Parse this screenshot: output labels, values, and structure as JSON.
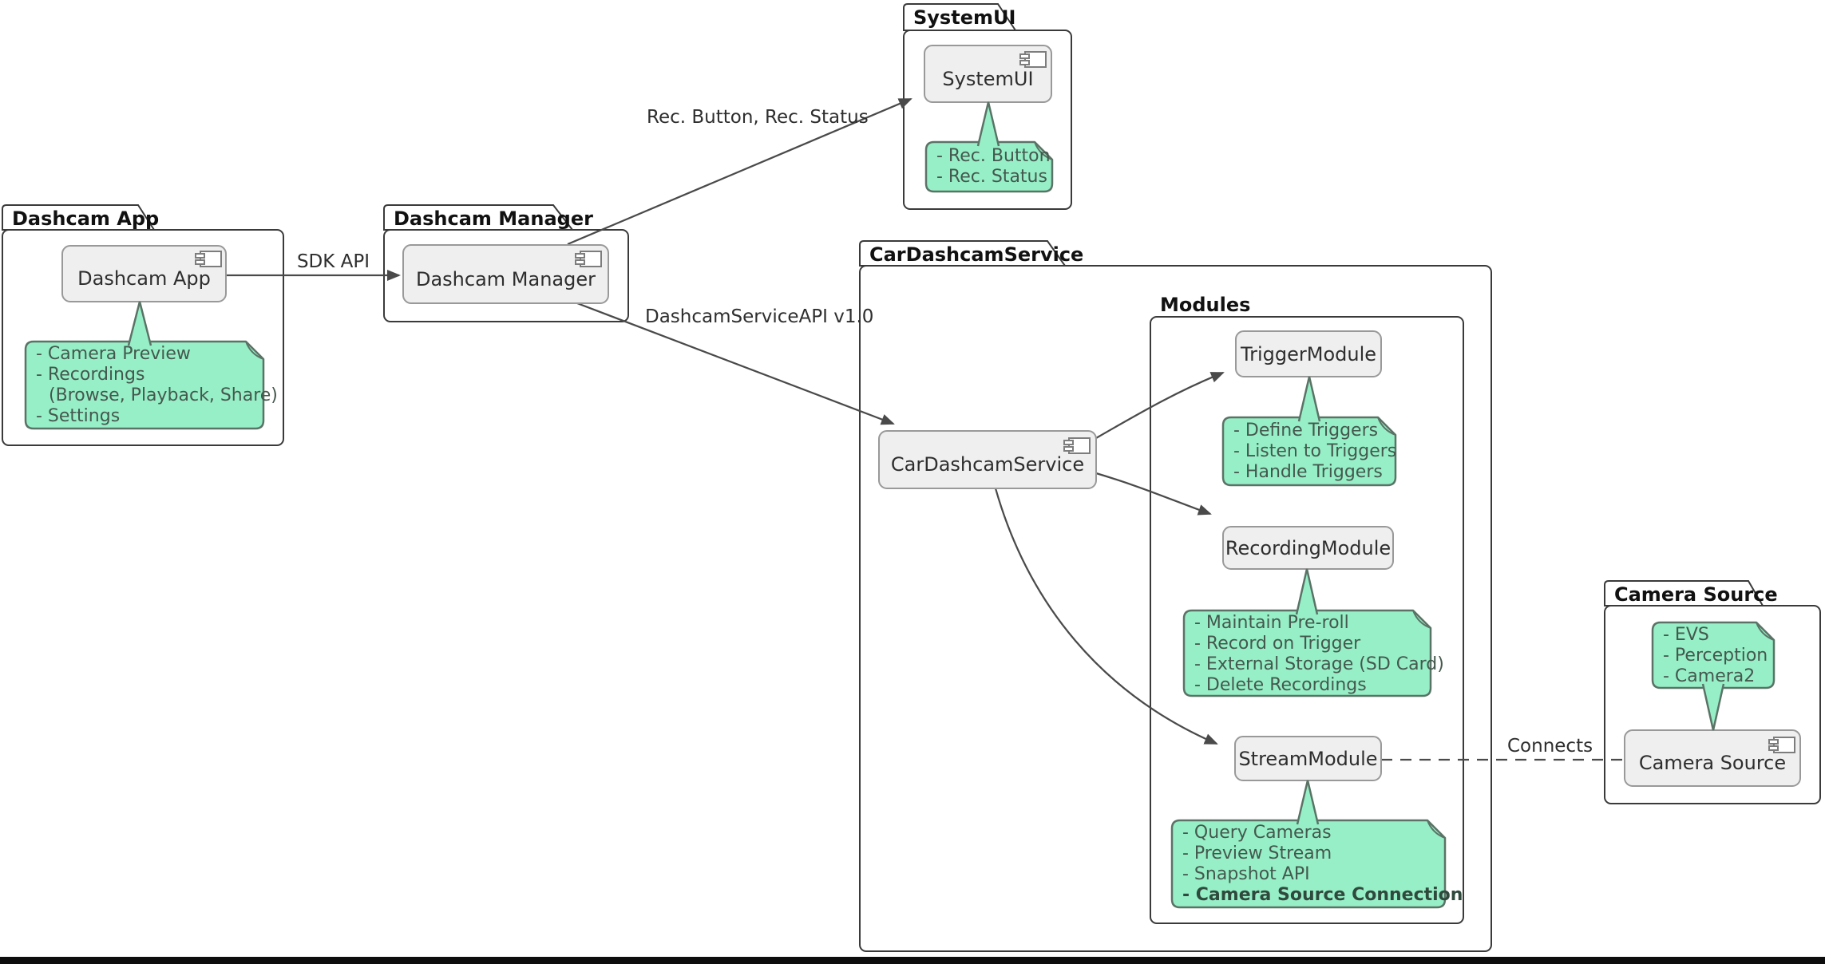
{
  "packages": {
    "app": {
      "title": "Dashcam App"
    },
    "manager": {
      "title": "Dashcam Manager"
    },
    "systemui": {
      "title": "SystemUI"
    },
    "service": {
      "title": "CarDashcamService"
    },
    "modules": {
      "title": "Modules"
    },
    "camera": {
      "title": "Camera Source"
    }
  },
  "components": {
    "app": {
      "label": "Dashcam App"
    },
    "manager": {
      "label": "Dashcam Manager"
    },
    "systemui": {
      "label": "SystemUI"
    },
    "service": {
      "label": "CarDashcamService"
    },
    "trigger": {
      "label": "TriggerModule"
    },
    "recording": {
      "label": "RecordingModule"
    },
    "stream": {
      "label": "StreamModule"
    },
    "camera": {
      "label": "Camera Source"
    }
  },
  "notes": {
    "app": {
      "lines": [
        "- Camera Preview",
        "- Recordings",
        "(Browse, Playback, Share)",
        "- Settings"
      ]
    },
    "systemui": {
      "lines": [
        "- Rec. Button",
        "- Rec. Status"
      ]
    },
    "trigger": {
      "lines": [
        "- Define Triggers",
        "- Listen to Triggers",
        "- Handle Triggers"
      ]
    },
    "recording": {
      "lines": [
        "- Maintain Pre-roll",
        "- Record on Trigger",
        "- External Storage (SD Card)",
        "- Delete Recordings"
      ]
    },
    "stream": {
      "lines": [
        "- Query Cameras",
        "- Preview Stream",
        "- Snapshot API",
        "- Camera Source Connection"
      ]
    },
    "camera": {
      "lines": [
        "- EVS",
        "- Perception",
        "- Camera2"
      ]
    }
  },
  "edges": {
    "sdk": {
      "label": "SDK API"
    },
    "rec": {
      "label": "Rec. Button, Rec. Status"
    },
    "service_api": {
      "label": "DashcamServiceAPI v1.0"
    },
    "connects": {
      "label": "Connects"
    }
  },
  "colors": {
    "note-fill": "#97EFC7",
    "note-border": "#5A7366",
    "note-text": "#44584D",
    "note-text-bold": "#2F4A3C",
    "component-fill": "#EFEFEF",
    "component-border": "#999999",
    "package-border": "#3A3A3A",
    "arrow": "#4A4A4A",
    "label-text": "#2E2E2E",
    "bottom-bar": "#0D0D0D"
  }
}
